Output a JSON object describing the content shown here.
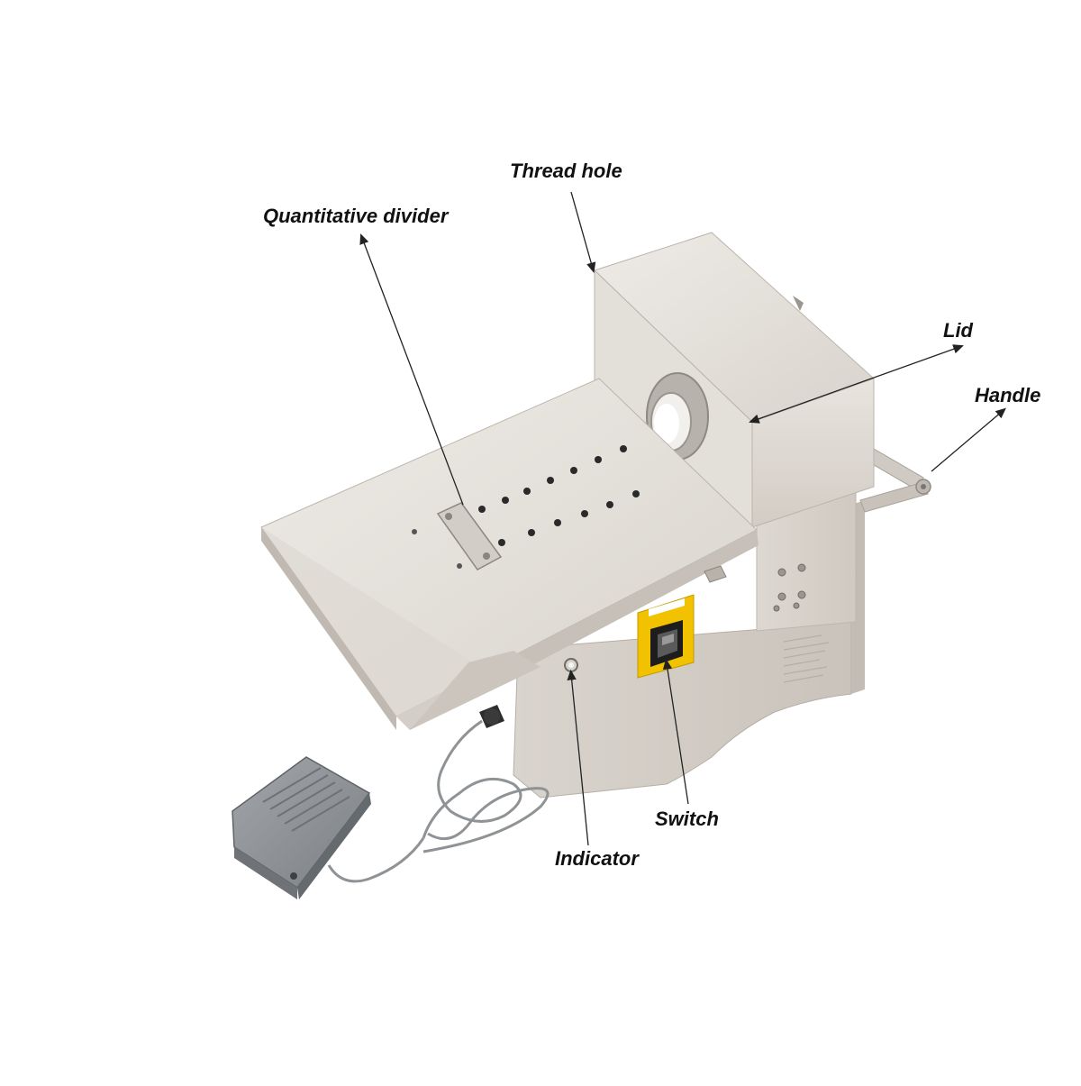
{
  "labels": {
    "thread_hole": "Thread hole",
    "quantitative_divider": "Quantitative divider",
    "lid": "Lid",
    "handle": "Handle",
    "switch": "Switch",
    "indicator": "Indicator"
  },
  "colors": {
    "steel_light": "#e6e2dc",
    "steel_mid": "#d4cfc8",
    "steel_dark": "#b9b3ab",
    "pedal_gray": "#8c9094",
    "cable_gray": "#8f9396",
    "switch_yellow": "#f2c200",
    "label_text": "#111111"
  }
}
